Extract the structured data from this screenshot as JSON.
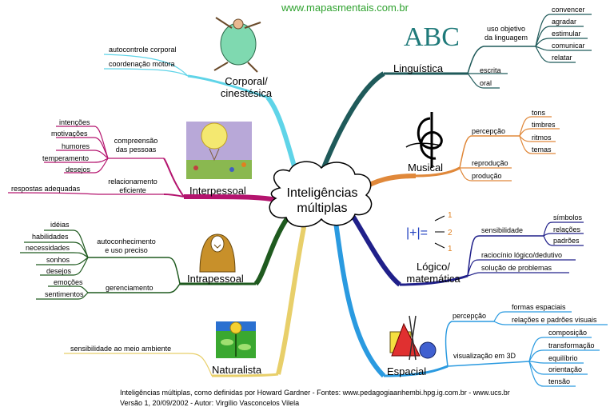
{
  "site": "www.mapasmentais.com.br",
  "center": {
    "line1": "Inteligências",
    "line2": "múltiplas"
  },
  "branches": {
    "corporal": {
      "title1": "Corporal/",
      "title2": "cinestésica",
      "items": [
        "autocontrole corporal",
        "coordenação motora"
      ],
      "color": "#5fd4e8"
    },
    "interpessoal": {
      "title": "Interpessoal",
      "comp1": "compreensão",
      "comp2": "das pessoas",
      "comp_items": [
        "intenções",
        "motivações",
        "humores",
        "temperamento",
        "desejos"
      ],
      "rel1": "relacionamento",
      "rel2": "eficiente",
      "rel_item": "respostas adequadas",
      "color": "#b4146e"
    },
    "intrapessoal": {
      "title": "Intrapessoal",
      "auto1": "autoconhecimento",
      "auto2": "e uso preciso",
      "auto_items": [
        "idéias",
        "habilidades",
        "necessidades",
        "sonhos",
        "desejos"
      ],
      "ger": "gerenciamento",
      "ger_items": [
        "emoções",
        "sentimentos"
      ],
      "color": "#1f5a1f"
    },
    "naturalista": {
      "title": "Naturalista",
      "item": "sensibilidade ao meio ambiente",
      "color": "#e8cf6a"
    },
    "linguistica": {
      "title": "Linguística",
      "uso1": "uso objetivo",
      "uso2": "da linguagem",
      "uso_items": [
        "convencer",
        "agradar",
        "estimular",
        "comunicar",
        "relatar"
      ],
      "items": [
        "escrita",
        "oral"
      ],
      "logo": "ABC",
      "color": "#1f5a5a"
    },
    "musical": {
      "title": "Musical",
      "perc": "percepção",
      "perc_items": [
        "tons",
        "timbres",
        "ritmos",
        "temas"
      ],
      "items": [
        "reprodução",
        "produção"
      ],
      "color": "#e0883a"
    },
    "logico": {
      "title1": "Lógico/",
      "title2": "matemática",
      "sens": "sensibilidade",
      "sens_items": [
        "símbolos",
        "relações",
        "padrões"
      ],
      "items": [
        "raciocínio lógico/dedutivo",
        "solução de problemas"
      ],
      "color": "#20208a"
    },
    "espacial": {
      "title": "Espacial",
      "perc": "percepção",
      "perc_items": [
        "formas espaciais",
        "relações e padrões visuais"
      ],
      "vis": "visualização em 3D",
      "vis_items": [
        "composição",
        "transformação",
        "equilíbrio",
        "orientação",
        "tensão"
      ],
      "color": "#2a9ae0"
    }
  },
  "footer": {
    "line1": "Inteligências múltiplas, como definidas por Howard Gardner - Fontes: www.pedagogiaanhembi.hpg.ig.com.br - www.ucs.br",
    "line2": "Versão 1, 20/09/2002 - Autor: Virgílio Vasconcelos Vilela"
  }
}
